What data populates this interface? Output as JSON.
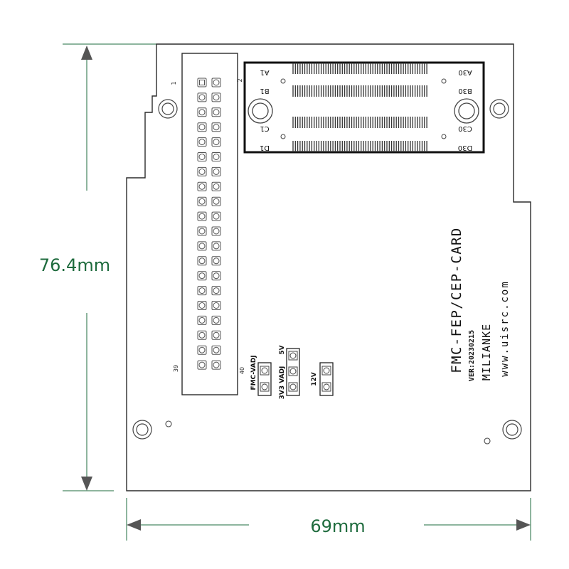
{
  "dimensions": {
    "height_label": "76.4mm",
    "width_label": "69mm"
  },
  "pin_header": {
    "pin_1": "1",
    "pin_2": "2",
    "pin_39": "39",
    "pin_40": "40"
  },
  "connector": {
    "a1": "A1",
    "b1": "B1",
    "c1": "C1",
    "d1": "D1",
    "a30": "A30",
    "b30": "B30",
    "c30": "C30",
    "d30": "D30"
  },
  "jumpers": {
    "fmc_vadj": "FMC-VADJ",
    "v5": "5V",
    "v3v3_vadj": "3V3 VADJ",
    "v12": "12V"
  },
  "silkscreen": {
    "card_name": "FMC-FEP/CEP-CARD",
    "version": "VER:20230215",
    "brand": "MILIANKE",
    "website": "www.uisrc.com"
  },
  "colors": {
    "dimension": "#1e6b3d",
    "outline": "#2b2b2b",
    "arrow": "#555555"
  }
}
